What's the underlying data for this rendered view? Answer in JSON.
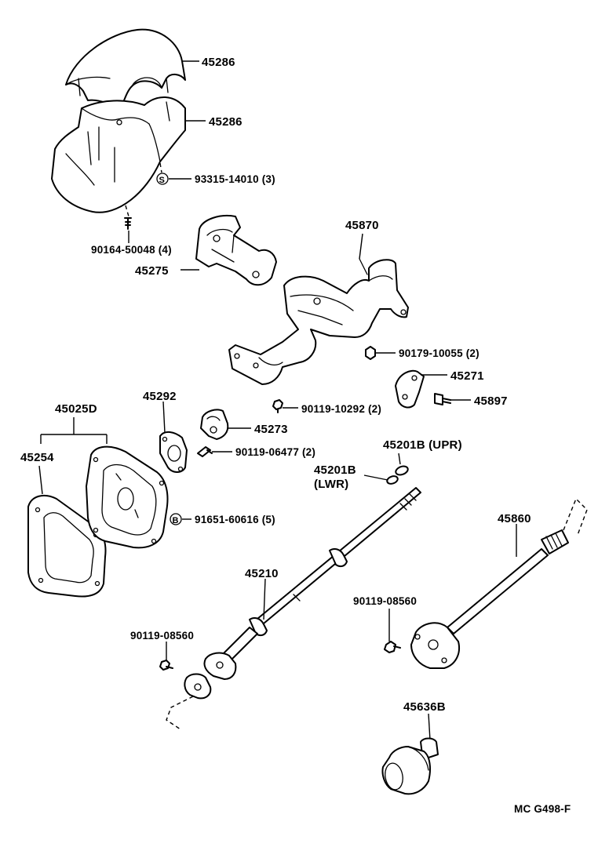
{
  "figure_code": "MC  G498-F",
  "labels": {
    "p45286a": "45286",
    "p45286b": "45286",
    "p93315": "93315-14010 (3)",
    "p90164": "90164-50048 (4)",
    "p45275": "45275",
    "p45870": "45870",
    "p90179": "90179-10055 (2)",
    "p45271": "45271",
    "p45897": "45897",
    "p90119_10292": "90119-10292 (2)",
    "p45292": "45292",
    "p45273": "45273",
    "p45025d": "45025D",
    "p45254": "45254",
    "p90119_06477": "90119-06477 (2)",
    "p45201b_upr": "45201B (UPR)",
    "p45201b_lwr_1": "45201B",
    "p45201b_lwr_2": "(LWR)",
    "p91651": "91651-60616 (5)",
    "p45860": "45860",
    "p45210": "45210",
    "p90119_08560_r": "90119-08560",
    "p90119_08560_l": "90119-08560",
    "p45636b": "45636B"
  },
  "symbols": {
    "s_mark": "S",
    "b_mark": "B"
  }
}
